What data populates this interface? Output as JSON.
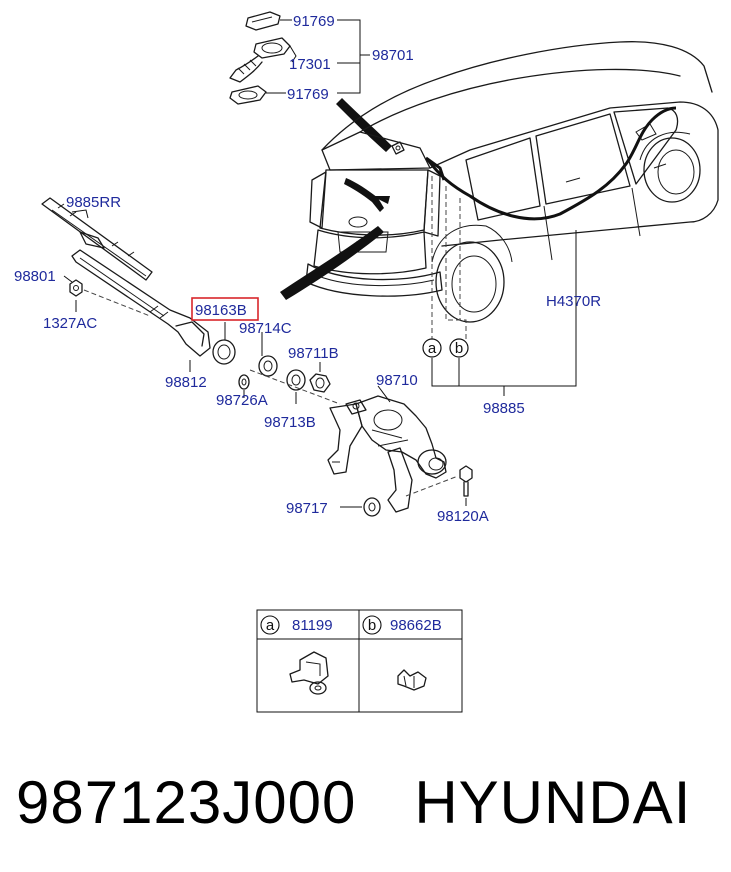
{
  "parts": {
    "p91769_top": "91769",
    "p17301": "17301",
    "p91769_bottom": "91769",
    "p98701": "98701",
    "p9885RR": "9885RR",
    "p98801": "98801",
    "p1327AC": "1327AC",
    "p98163B": "98163B",
    "p98714C": "98714C",
    "p98711B": "98711B",
    "p98812": "98812",
    "p98726A": "98726A",
    "p98713B": "98713B",
    "p98710": "98710",
    "p98885": "98885",
    "pH4370R": "H4370R",
    "p98717": "98717",
    "p98120A": "98120A"
  },
  "callouts": {
    "a": "a",
    "b": "b"
  },
  "legend": {
    "a_code": "a",
    "a_part": "81199",
    "b_code": "b",
    "b_part": "98662B"
  },
  "highlight_color": "#d9262b",
  "label_color": "#1f2a9c",
  "footer": {
    "part_number": "987123J000",
    "brand": "HYUNDAI"
  }
}
